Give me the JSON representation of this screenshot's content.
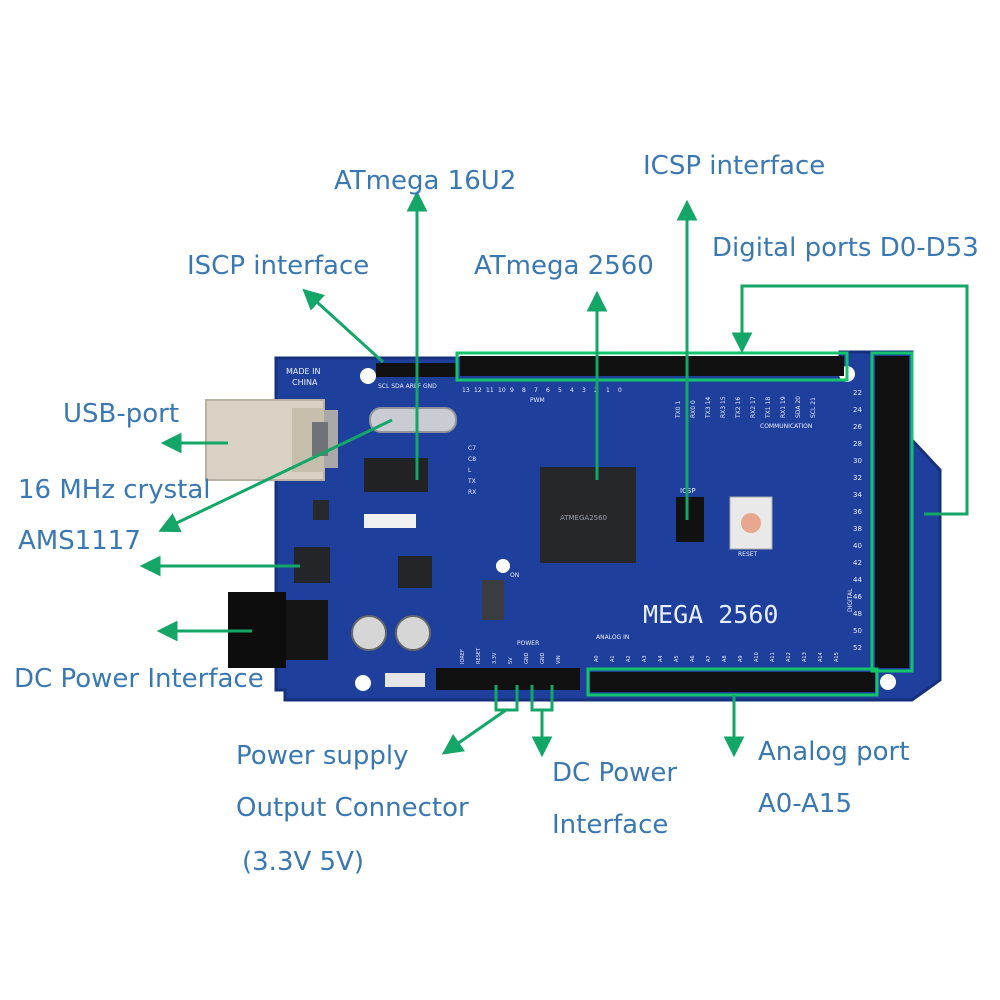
{
  "colors": {
    "label_text": "#3a78b4",
    "arrow": "#13a667",
    "highlight": "#13c46b",
    "board": "#1f3f9c",
    "board_edge": "#17307c",
    "silkscreen": "#e8eef9"
  },
  "labels": {
    "atmega16u2": "ATmega 16U2",
    "icsp_interface": "ICSP interface",
    "iscp_interface": "ISCP interface",
    "atmega2560": "ATmega 2560",
    "digital_ports": "Digital ports D0-D53",
    "usb_port": "USB-port",
    "crystal": "16 MHz crystal",
    "ams1117": "AMS1117",
    "dc_power_left": "DC Power Interface",
    "power_supply_line1": "Power supply",
    "power_supply_line2": "Output Connector",
    "power_supply_line3": "(3.3V 5V)",
    "dc_power_bottom_line1": "DC Power",
    "dc_power_bottom_line2": "Interface",
    "analog_line1": "Analog port",
    "analog_line2": "A0-A15"
  },
  "board": {
    "name": "MEGA 2560",
    "made_in": "MADE IN",
    "country": "CHINA",
    "top_header_text": "SCL SDA AREF GND",
    "pwm_label": "PWM",
    "communication_label": "COMMUNICATION",
    "power_label": "POWER",
    "analog_in_label": "ANALOG IN",
    "digital_label": "DIGITAL",
    "icsp_label": "ICSP",
    "reset_label": "RESET",
    "on_label": "ON",
    "chip_text": "ATMEGA2560",
    "side_numbers": [
      "22",
      "24",
      "26",
      "28",
      "30",
      "32",
      "34",
      "36",
      "38",
      "40",
      "42",
      "44",
      "46",
      "48",
      "50",
      "52"
    ],
    "led_labels": [
      "C7",
      "C8",
      "L",
      "TX",
      "RX"
    ],
    "pwm_numbers": [
      "13",
      "12",
      "11",
      "10",
      "9",
      "8",
      "7",
      "6",
      "5",
      "4",
      "3",
      "2",
      "1",
      "0"
    ],
    "comm_numbers": [
      "TX0 1",
      "RX0 0",
      "TX3 14",
      "RX3 15",
      "TX2 16",
      "RX2 17",
      "TX1 18",
      "RX1 19",
      "SDA 20",
      "SCL 21"
    ],
    "power_pins": [
      "IOREF",
      "RESET",
      "3.3V",
      "5V",
      "GND",
      "GND",
      "VIN"
    ],
    "analog_pins": [
      "A0",
      "A1",
      "A2",
      "A3",
      "A4",
      "A5",
      "A6",
      "A7",
      "A8",
      "A9",
      "A10",
      "A11",
      "A12",
      "A13",
      "A14",
      "A15"
    ]
  }
}
